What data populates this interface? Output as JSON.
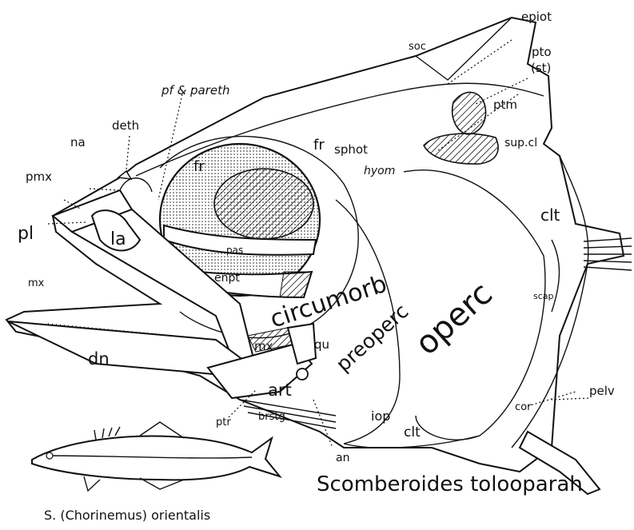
{
  "labels": {
    "soc": "soc",
    "epiot": "epiot",
    "pto_st_line1": "pto",
    "pto_st_line2": "(st)",
    "ptm": "ptm",
    "pf_pareth": "pf & pareth",
    "deth": "deth",
    "na": "na",
    "pmx": "pmx",
    "fr_upper": "fr",
    "fr_lower": "fr",
    "sphot": "sphot",
    "hyom": "hyom",
    "supcl": "sup.cl",
    "pl": "pl",
    "la": "la",
    "mx_upper": "mx",
    "pas": "pas",
    "enpt": "enpt",
    "clt_upper": "clt",
    "circumorb": "circumorb",
    "preoperc": "preoperc",
    "operc": "operc",
    "scap": "scap",
    "mx_lower": "mx",
    "qu": "qu",
    "dn": "dn",
    "art": "art",
    "iop": "iop",
    "pelv": "pelv",
    "cor": "cor",
    "clt_lower": "clt",
    "ptr": "ptr",
    "brstg": "brstg",
    "an": "an"
  },
  "captions": {
    "species": "Scomberoides tolooparah",
    "inset": "S. (Chorinemus) orientalis"
  },
  "colors": {
    "ink": "#111111",
    "paper": "#ffffff"
  }
}
